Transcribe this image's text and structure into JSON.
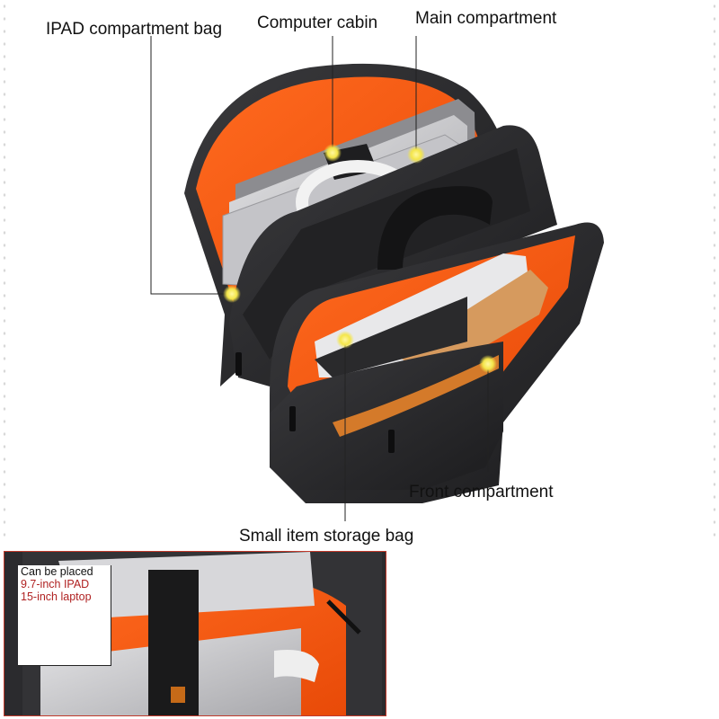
{
  "callouts": {
    "ipad_compartment": "IPAD compartment bag",
    "computer_cabin": "Computer cabin",
    "main_compartment": "Main compartment",
    "front_compartment": "Front compartment",
    "small_item_storage": "Small item storage bag"
  },
  "inset": {
    "heading": "Can be placed",
    "items": [
      "9.7-inch IPAD",
      "15-inch laptop"
    ]
  },
  "colors": {
    "lining": "#ff5a12",
    "fabric": "#2a2a2c",
    "marker": "#f4e64a",
    "inset_border": "#c0392b",
    "inset_item_text": "#b02222"
  }
}
